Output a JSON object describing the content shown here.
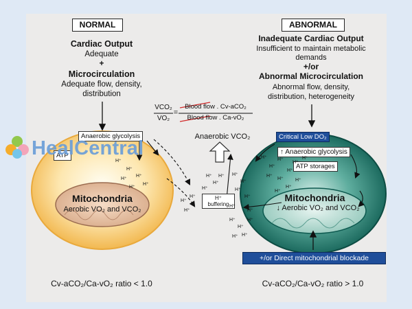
{
  "normal": {
    "label": "NORMAL",
    "cardiac_title": "Cardiac Output",
    "cardiac_sub": "Adequate",
    "plus": "+",
    "micro_title": "Microcirculation",
    "micro_sub1": "Adequate flow, density,",
    "micro_sub2": "distribution",
    "anaerobic": "Anaerobic glycolysis",
    "atp": "ATP",
    "mito_title": "Mitochondria",
    "mito_sub": "Aerobic VO₂ and VCO₂",
    "ratio": "Cv-aCO₂/Ca-vO₂ ratio < 1.0"
  },
  "abnormal": {
    "label": "ABNORMAL",
    "cardiac_title": "Inadequate Cardiac Output",
    "cardiac_sub1": "Insufficient to maintain metabolic",
    "cardiac_sub2": "demands",
    "plus_or": "+/or",
    "micro_title": "Abnormal Microcirculation",
    "micro_sub1": "Abnormal flow, density,",
    "micro_sub2": "distribution, heterogeneity",
    "critical": "Critical Low DO₂",
    "anaerobic": "↑ Anaerobic glycolysis",
    "atp": "ATP storages",
    "mito_title": "Mitochondria",
    "mito_sub": "↓ Aerobic VO₂ and VCO₂",
    "blockade": "+/or Direct mitochondrial blockade",
    "ratio": "Cv-aCO₂/Ca-vO₂ ratio > 1.0"
  },
  "center": {
    "eq_num": "VCO₂",
    "eq_den": "VO₂",
    "eq_equals": "=",
    "eq_rhs_num": "Blood flow . Cv-aCO₂",
    "eq_rhs_den": "Blood flow . Ca-vO₂",
    "anaerobic_vco2": "Anaerobic VCO₂",
    "buffer_top": "H⁺",
    "buffer_bottom": "buffering",
    "hplus": "H⁺"
  },
  "watermark": {
    "heal": "Heal",
    "central": "Central"
  },
  "colors": {
    "normal_cell": "#f5c66a",
    "abnormal_cell": "#1f7a6c",
    "blockade_bg": "#1f4e9a",
    "watermark": "#6b9ed8"
  }
}
